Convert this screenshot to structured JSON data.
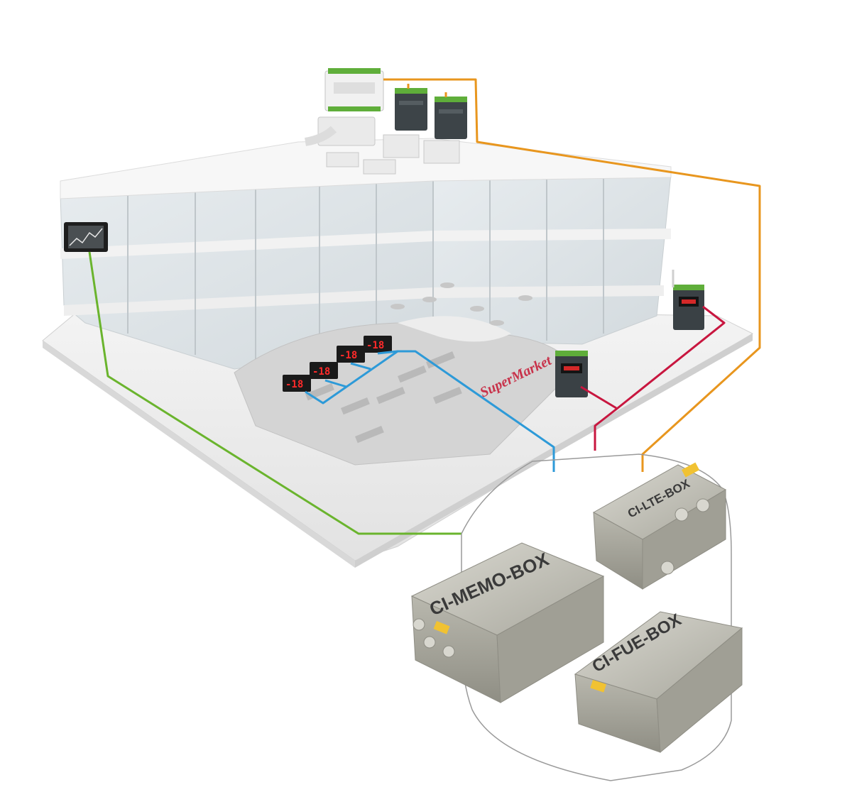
{
  "building": {
    "sign_text": "SuperMarket"
  },
  "boxes": {
    "lte": "CI-LTE-BOX",
    "memo": "CI-MEMO-BOX",
    "fue": "CI-FUE-BOX"
  },
  "controllers": {
    "display_readout": "-18"
  },
  "colors": {
    "orange_link": "#e8961e",
    "red_link": "#c8163f",
    "blue_link": "#2d9ad8",
    "green_link": "#6ab42d",
    "hub_outline": "#9a9a9a"
  }
}
